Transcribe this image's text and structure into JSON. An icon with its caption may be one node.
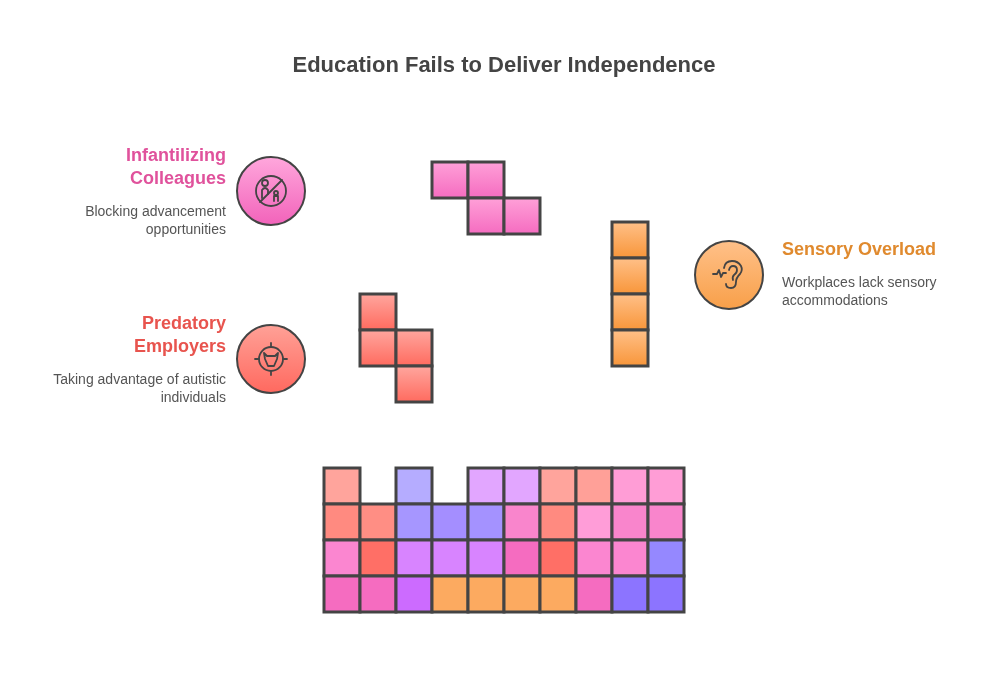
{
  "diagram": {
    "title": "Education Fails to Deliver Independence",
    "nodes": [
      {
        "text": [
          "Infantilizing Colleagues",
          "Blocking advancement opportunities"
        ]
      },
      {
        "text": [
          "Sensory Overload",
          "Workplaces lack sensory accommodations"
        ]
      },
      {
        "text": [
          "Predatory Employers",
          "Taking advantage of autistic individuals"
        ]
      }
    ]
  }
}
